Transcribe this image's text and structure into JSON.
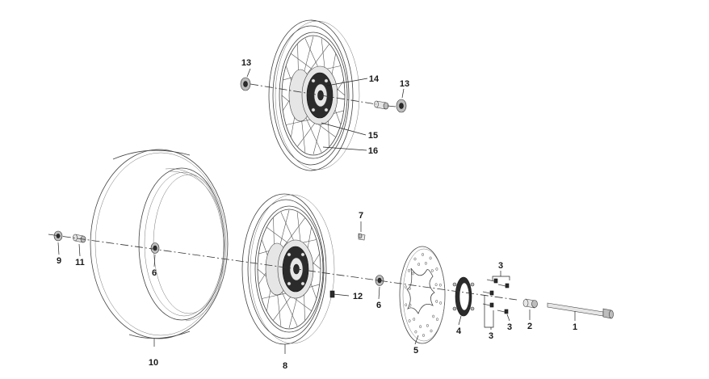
{
  "callouts": {
    "c1": "1",
    "c2": "2",
    "c3a": "3",
    "c3b": "3",
    "c3c": "3",
    "c4": "4",
    "c5": "5",
    "c6a": "6",
    "c6b": "6",
    "c7": "7",
    "c8": "8",
    "c9": "9",
    "c10": "10",
    "c11": "11",
    "c12": "12",
    "c13a": "13",
    "c13b": "13",
    "c14": "14",
    "c15": "15",
    "c16": "16"
  }
}
